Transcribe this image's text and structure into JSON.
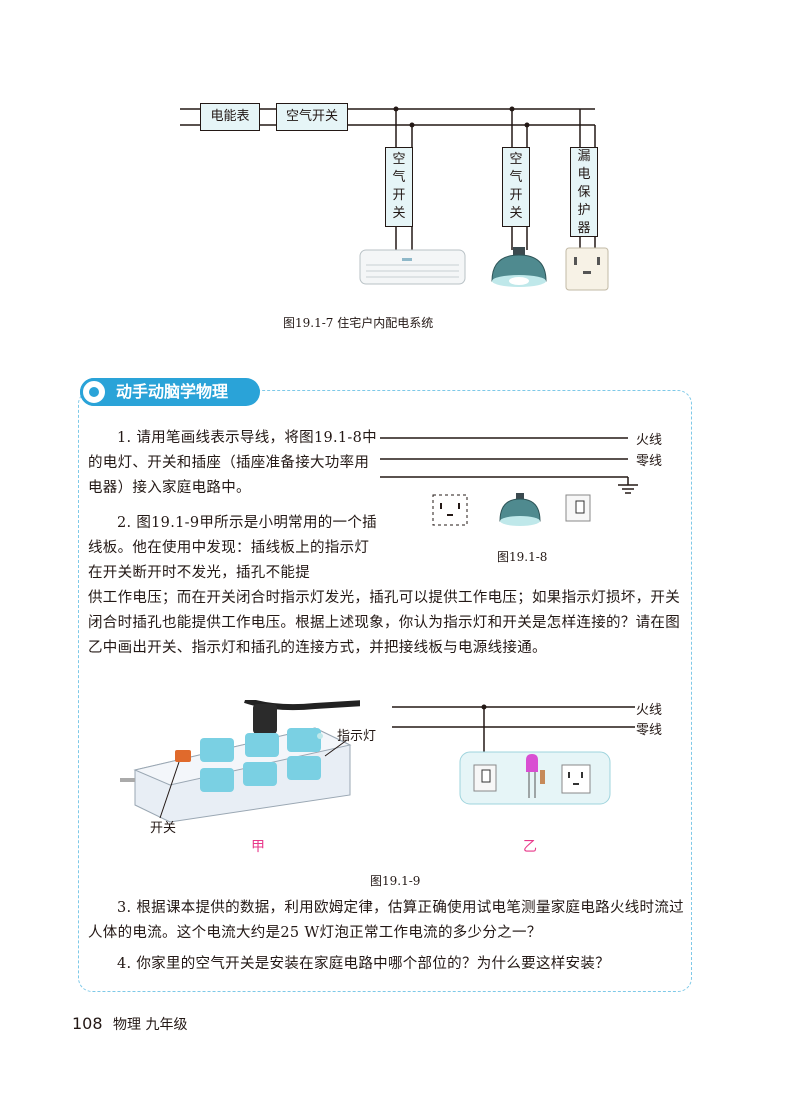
{
  "fig_1917": {
    "meter_label": "电能表",
    "main_breaker_label": "空气开关",
    "branch1_label": "空气开关",
    "branch2_label": "空气开关",
    "branch3_label": "漏电保护器",
    "caption": "图19.1-7   住宅户内配电系统"
  },
  "exercise": {
    "banner_title": "动手动脑学物理",
    "q1": "1. 请用笔画线表示导线，将图19.1-8中的电灯、开关和插座（插座准备接大功率用电器）接入家庭电路中。",
    "q2_start": "2. 图19.1-9甲所示是小明常用的一个插线板。他在使用中发现：插线板上的指示灯在开关断开时不发光，插孔不能提",
    "q2_rest": "供工作电压；而在开关闭合时指示灯发光，插孔可以提供工作电压；如果指示灯损坏，开关闭合时插孔也能提供工作电压。根据上述现象，你认为指示灯和开关是怎样连接的？请在图乙中画出开关、指示灯和插孔的连接方式，并把接线板与电源线接通。",
    "q3": "3. 根据课本提供的数据，利用欧姆定律，估算正确使用试电笔测量家庭电路火线时流过人体的电流。这个电流大约是25 W灯泡正常工作电流的多少分之一？",
    "q4": "4. 你家里的空气开关是安装在家庭电路中哪个部位的？为什么要这样安装？"
  },
  "fig_1918": {
    "live_label": "火线",
    "neutral_label": "零线",
    "caption": "图19.1-8"
  },
  "fig_1919": {
    "indicator_label": "指示灯",
    "switch_label": "开关",
    "live_label": "火线",
    "neutral_label": "零线",
    "sub_a": "甲",
    "sub_b": "乙",
    "caption": "图19.1-9"
  },
  "footer": {
    "page_number": "108",
    "subject": "物理   九年级"
  },
  "colors": {
    "accent": "#2aa3d8",
    "box_fill": "#e6f5f7",
    "sublabel": "#e8388a"
  }
}
